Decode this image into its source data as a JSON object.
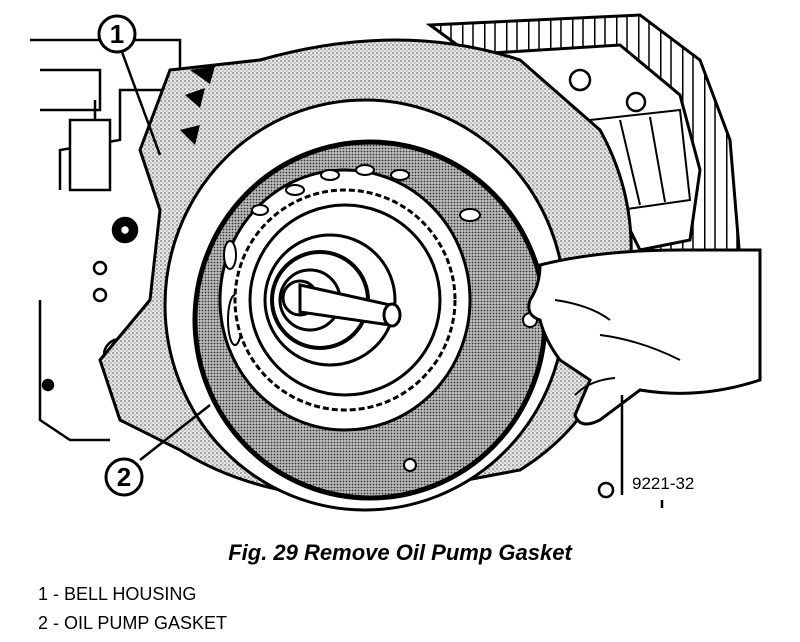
{
  "figure": {
    "callouts": [
      {
        "number": "1"
      },
      {
        "number": "2"
      }
    ],
    "figure_code": "9221-32",
    "caption": "Fig. 29 Remove Oil Pump Gasket"
  },
  "legend": [
    {
      "text": "1 - BELL HOUSING"
    },
    {
      "text": "2 - OIL PUMP GASKET"
    }
  ]
}
